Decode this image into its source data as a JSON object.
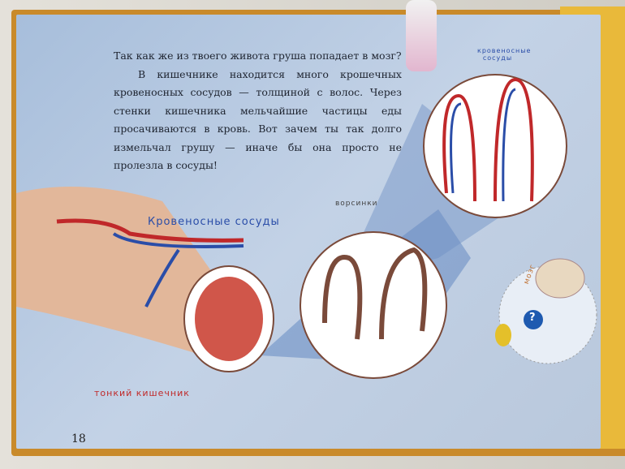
{
  "page": {
    "paragraphs": [
      "Так как же из твоего живота груша попадает в мозг?",
      "В кишечнике находится много крошечных кровеносных сосудов — толщиной с волос. Через стенки кишечника мельчайшие частицы еды просачиваются в кровь. Вот зачем ты так долго измельчал грушу — иначе бы она просто не пролезла в сосуды!"
    ],
    "labels": {
      "vessels_small": "кровеносные сосуды",
      "vessels": "Кровеносные сосуды",
      "villi": "ворсинки",
      "small_intestine": "тонкий кишечник",
      "brain": "мозг",
      "question": "?"
    },
    "page_number": "18"
  }
}
